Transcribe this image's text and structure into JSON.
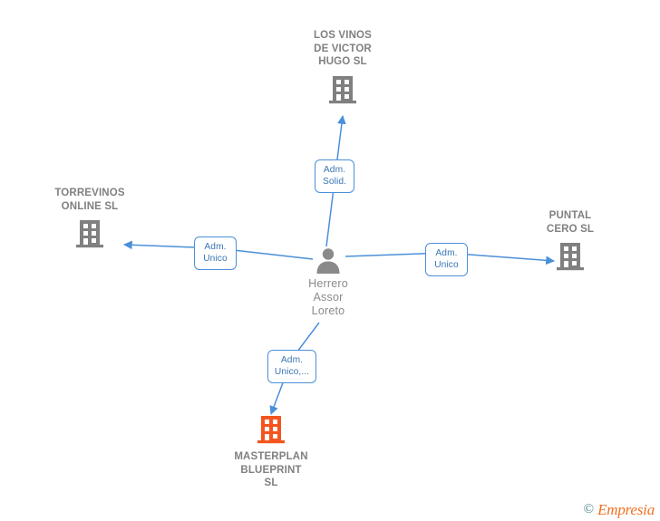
{
  "watermark": {
    "copyright_symbol": "©",
    "brand": "Empresia",
    "copyright_color": "#4a7f8c",
    "brand_color": "#f07020"
  },
  "graph": {
    "edge_color": "#4a90d9",
    "company_icon_color": "#808080",
    "highlight_icon_color": "#f4551e",
    "person_icon_color": "#8a8a8a",
    "center_person": {
      "name": "Herrero\nAssor\nLoreto",
      "icon": "person-icon"
    },
    "nodes": [
      {
        "id": "los-vinos-de-victor-hugo-sl",
        "label": "LOS VINOS\nDE VICTOR\nHUGO  SL",
        "icon": "building-icon",
        "highlighted": false
      },
      {
        "id": "torrevinos-online-sl",
        "label": "TORREVINOS\nONLINE SL",
        "icon": "building-icon",
        "highlighted": false
      },
      {
        "id": "puntal-cero-sl",
        "label": "PUNTAL\nCERO SL",
        "icon": "building-icon",
        "highlighted": false
      },
      {
        "id": "masterplan-blueprint-sl",
        "label": "MASTERPLAN\nBLUEPRINT\nSL",
        "icon": "building-icon",
        "highlighted": true
      }
    ],
    "edges": [
      {
        "id": "edge-to-los-vinos",
        "from": "herrero-assor-loreto",
        "to": "los-vinos-de-victor-hugo-sl",
        "chip_label": "Adm.\nSolid."
      },
      {
        "id": "edge-to-torrevinos",
        "from": "herrero-assor-loreto",
        "to": "torrevinos-online-sl",
        "chip_label": "Adm.\nUnico"
      },
      {
        "id": "edge-to-puntal-cero",
        "from": "herrero-assor-loreto",
        "to": "puntal-cero-sl",
        "chip_label": "Adm.\nUnico"
      },
      {
        "id": "edge-to-masterplan",
        "from": "herrero-assor-loreto",
        "to": "masterplan-blueprint-sl",
        "chip_label": "Adm.\nUnico,..."
      }
    ]
  }
}
